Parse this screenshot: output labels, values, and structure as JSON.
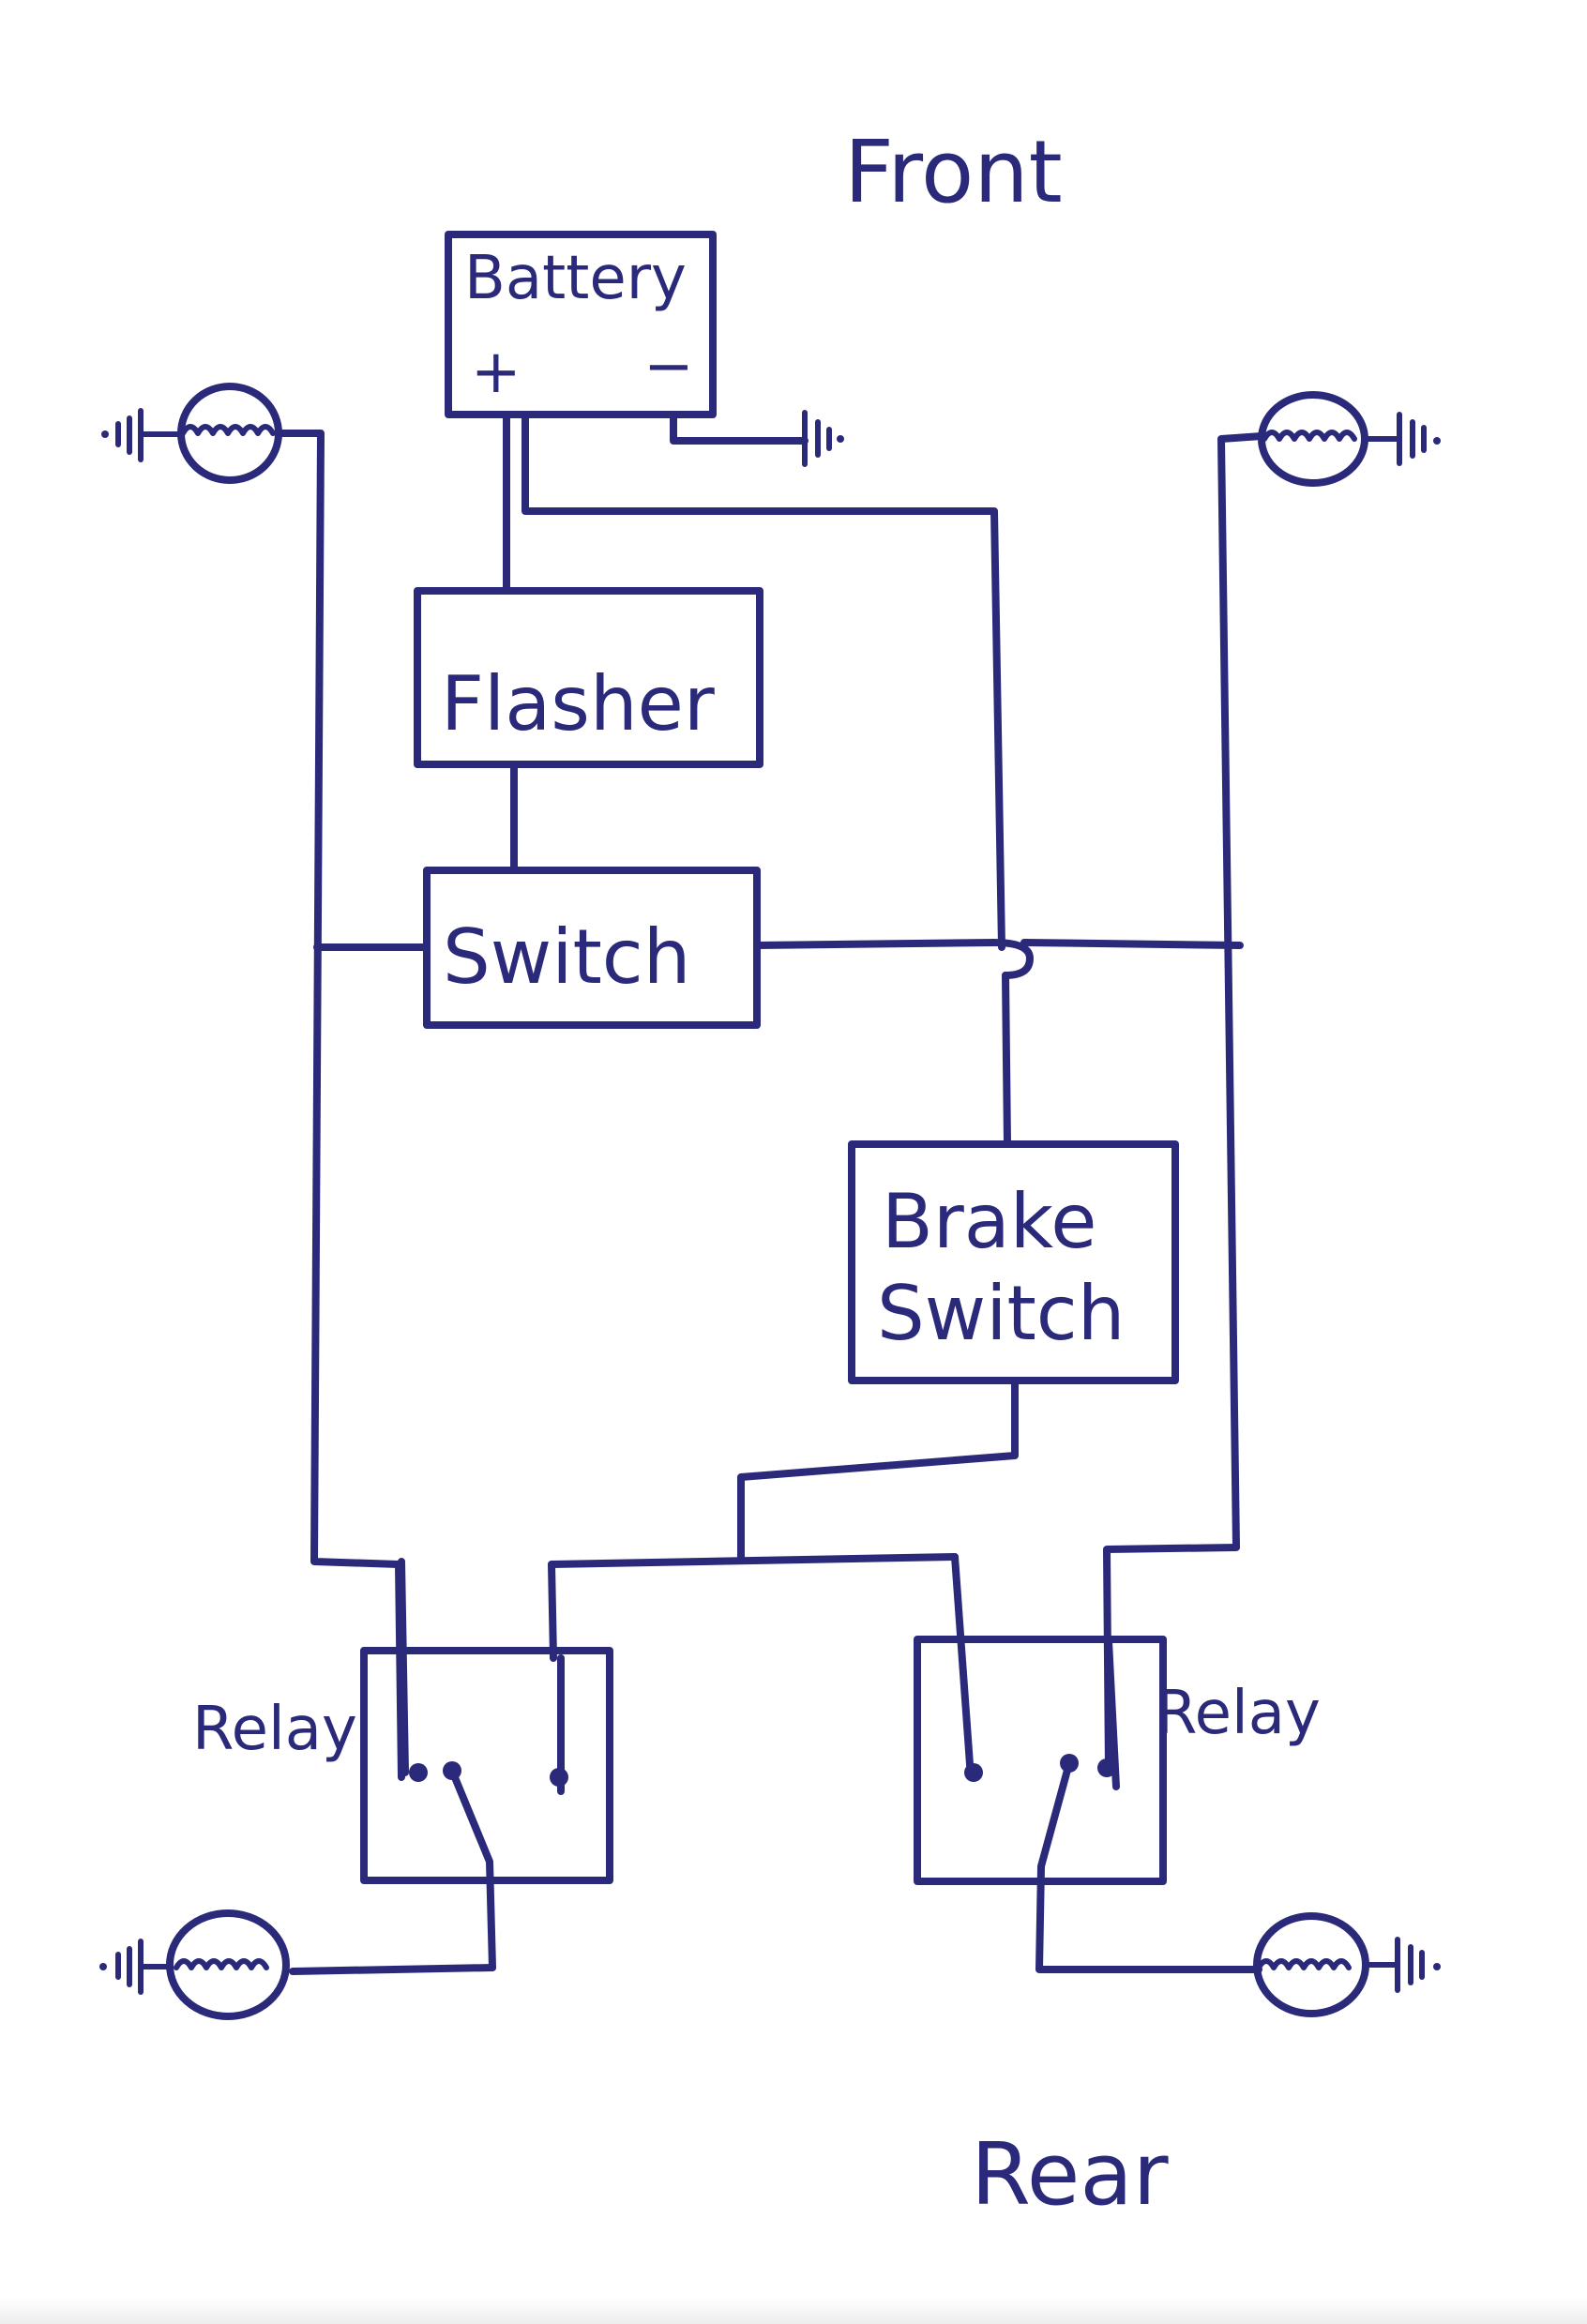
{
  "labels": {
    "front": "Front",
    "rear": "Rear",
    "battery": "Battery",
    "battery_plus": "+",
    "battery_minus": "−",
    "flasher": "Flasher",
    "switch": "Switch",
    "brake_line1": "Brake",
    "brake_line2": "Switch",
    "relay_left": "Relay",
    "relay_right": "Relay"
  },
  "colors": {
    "ink": "#2b2a7a",
    "paper": "#ffffff"
  },
  "icons": {
    "lamp": "bulb-symbol",
    "ground": "ground-symbol"
  }
}
